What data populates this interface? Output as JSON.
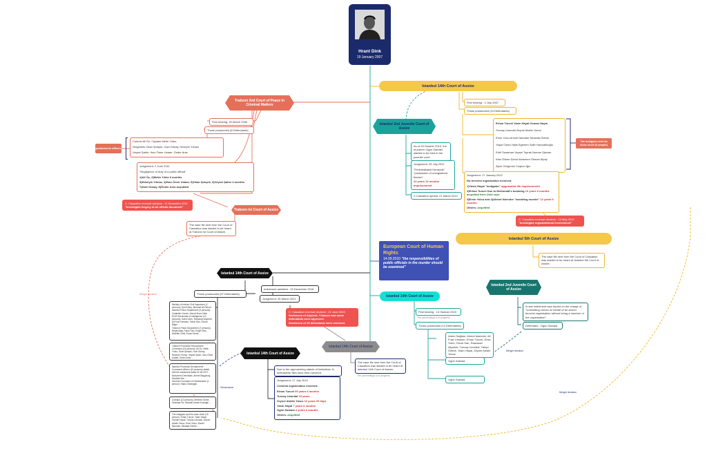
{
  "central": {
    "name": "Hrant Dink",
    "date": "19 January 2007"
  },
  "trabzon_peace": {
    "title": "Trabzon 2nd  Court of Peace in Criminal Matters",
    "first_hearing": "First hearing: 20 March 2006",
    "prosecuted": "Those prosecuted (8 Defendants)",
    "gendarmerie_tag": "gendarmerie officers",
    "officers": [
      "Colonel Ali Öz,  Captain Metin Yıldız,",
      "Sergeants Okan Şimşek, Gazi Günay, Hüseyin Yılmaz",
      "Veysel Şahin, Hacı Ömer Ustaer, Önder Araz"
    ],
    "judgement_date": "Judgement: 2 June 2011",
    "judgement_note": "\"Negligence of duty of a public official\"",
    "judgement_lines": [
      "1)Ali Öz, 2)Metin Yıldız 6 months",
      "3)Hüseyin Yılmaz, 4)Hacı Ömer Ustaer, 5)Okan Şimşek, 6)Veysel Şahin 4 months",
      "7)Gazi Günay, 8)Önder Araz acquitted"
    ],
    "cassation": "C. Cassation reversal decision : 11 December 2011",
    "cassation_note": "\"Investigate forgery of an official document\""
  },
  "trabzon_assize": {
    "title": "Trabzon Ist Court of Assize",
    "note": "The case file sent from the Court of Cassation was started to be heard at Trabzon Ist Court of Assize."
  },
  "ist14_top": {
    "title": "Istanbul 14th Court of Assize",
    "first_hearing": "First hearing : 2 July 2007",
    "prosecuted": "Those prosecuted (19 Defendants)",
    "defendants": [
      "Erhan Tuncel   Yasin Hayal   Osman Hayal",
      "Tuncay Uzundal   Zeynel Abidin Yavuz",
      "Ersin Yolcu   Ahmet İskender   Mustafa Öztürk",
      "Yaşar Cihan   Halis Egemen   Salih Hacısalihoğlu",
      "Erbil Susaman   Veysel Toprak   Numan Şişman",
      "İrfan Özkan   Şenol Akdumen   Osman Alpay",
      "Alper Gürgenöz   Coşkun İğci"
    ],
    "instigator_tag": "The instigator and his close circle (9 people)",
    "judgement_date": "Judgement: 17 January 2012",
    "judgement_note": "No terrorist organisation involved.",
    "judgement_lines": [
      {
        "text": "1)Yasin Hayal \"instigator\"",
        "red": " aggravated life imprisonment"
      },
      {
        "text": "2)Erhan Tuncel Due to McDonald's bombing",
        "red": " 10 years 6 months",
        "grn": " acquitted from Dink case"
      },
      {
        "text": "3)Ersin Yolcu and 4)Ahmet İskender \"assisting murder\"",
        "red": " 12 years 6 months"
      },
      {
        "text": "Others:",
        "grn": " acquitted"
      }
    ],
    "cassation": "C. Cassation reversal decision : 13 May 2013",
    "cassation_note": "\"Investigate organizational involvement\""
  },
  "juvenile2_top": {
    "title": "Istanbul 2nd Juvenile Court of Assize",
    "note1": "As of 25 October 2010, the murderer Ogün Samast started to be tried in the juvenile court.",
    "judgement_date": "Judgement: 25 July 2011",
    "judgement_note": "\"Pedmeditated Homicide\"  \"possession of unregistered firearm\"",
    "judgement_result": "22 years 10 months imprisonment",
    "cassation": "C.Cassation upheld: 21 March 2012"
  },
  "ist5": {
    "title": "Istanbul 5th Court of Assize",
    "note": "The case file sent from the Court of Cassation was started to be heard at Istanbul 5th Court of Assize."
  },
  "echr": {
    "title": "European Court of Human Rights",
    "date": "14.09.2010",
    "quote": "\"the responsibilities of public officials in the murder should be examined\""
  },
  "ist14_mid": {
    "title": "Istanbul 14th Court of Assize",
    "first_hearing": "First hearing : 14 Haziran 2023",
    "pending": "The proceedings is in progress",
    "prosecuted": "Those prosecuted (12 Defendants)",
    "defendants": "Adem Sağlam, Ahmet İskender, Ali Fuat Yılmazer, Erhan Tuncel, Ersin Yolcu, Faruk Sarı, Ramazan Akyürek, Tuncay Uzundal, Yahya Öztürk, Yasin Hayal, Zeynel Abidin Yavuz",
    "ogun": "Ogün Samast"
  },
  "juvenile2_mid": {
    "title": "Istanbul 2nd Juvenile Court of Assize",
    "note": "A new indictment was issued on the charge of \"committing crimes on behalf of an armed terrorist organisation without being a member of the organisation\".",
    "defendant": "Defendant : Ogün Samast"
  },
  "merger_label": "Merger decision",
  "severance_label": "Severance",
  "ist14_big": {
    "title": "Istanbul 14th Court of Assize",
    "indictment": "Indictment admitted : 15 December 2015",
    "judgement_date": "Judgement: 26 March 2021",
    "prosecuted": "Those prosecuted (97 Defendants)",
    "groups": [
      [
        "Ministry of Interior Civil Inspectors (2 persons): Şeref Ateş, Mehmet Ali Özkurt",
        "Istanbul Police Department (3 persons): Celalettin Cerrah, Ahmet İlhan Güler",
        "ECM Directorate of Intelligence (13 persons): Sabri Uzun, Ramazan Akyürek, Ali Fuat Yılmazer, Faruk Sarı, Özcan Bilgin ...",
        "Trabzon Police Department (7 persons): Reşat Altay, Faruk Sarı, Engin Dinç, Muhittin Zenit, Ercan Demir ..."
      ],
      [
        "Trabzon Provincial Gendarmerie Command (14 persons): Ali Öz, Metin Yıldız, Okan Şimşek, Gazi Günay, Hüseyin Yılmaz, Veysel Şahin, Hacı Ömer Ustaer, Önder Araz ..."
      ],
      [
        "Istanbul Provincial Gendarmerie Command officers (10 persons) stated with the indictment dated 31.05.2017: Muharrem Demirkale, Ahmet Başçavuş, Mustafa Sarı ...",
        "General Command of Gendarmerie (1 person): Hakkı Gökdoğan"
      ],
      [
        "Civilians (12 persons): Mehmet Gürler, Zekeriya Öz, Mücahit Ahmet Kılıçoğlu ..."
      ],
      [
        "The instigator and his close circle (19 person): Erhan Tuncel, Yasin Hayal, Osman Hayal, Tuncay Uzundal, Zeynel Abidin Yavuz, Ersin Yolcu, Ahmet İskender, Mustafa Öztürk ..."
      ]
    ],
    "cassation": "C. Cassation reversal decision : 21 June 2023",
    "cassation_lines": [
      "Sentences of Akyürek, Yılmazer and some defendants were approved.",
      "Sentences of 15 defendants were reversed."
    ]
  },
  "ist14_small": {
    "title": "Istanbul 14th Court of Assize",
    "note": "The case file sent from the Court of Cassation was started to be heard at Istanbul 14th Court of Assize.",
    "pending": "The proceedings is in progress"
  },
  "ist14_left": {
    "title": "Istanbul 14th Court of Assize",
    "note": "Due to the approaching statute of limitations 11 defendants' files have been severed.",
    "judgement_date": "Judgement: 17 July 2019",
    "judgement_note": "Criminal organisation involved.",
    "lines": [
      {
        "text": "Erhan Tuncel",
        "red": " 99 years 6 months"
      },
      {
        "text": "Tuncay Uzundal",
        "red": " 15 years"
      },
      {
        "text": "Zeynel Abidin Yavuz",
        "red": " 12 years 20 days"
      },
      {
        "text": "Yasin Hayal",
        "red": " 7 years 6 months"
      },
      {
        "text": "Ogün Samast",
        "red": " 3 years 6 months"
      },
      {
        "text": "Others:",
        "grn": " acquitted"
      }
    ]
  },
  "colors": {
    "navy": "#1b2a6b",
    "coral": "#e5705a",
    "gold": "#f5c84c",
    "teal": "#1aa39b",
    "echr": "#3f51b5",
    "dark_teal": "#17756e",
    "black": "#111111",
    "grey": "#8c8c8c",
    "red": "#ef5350"
  }
}
